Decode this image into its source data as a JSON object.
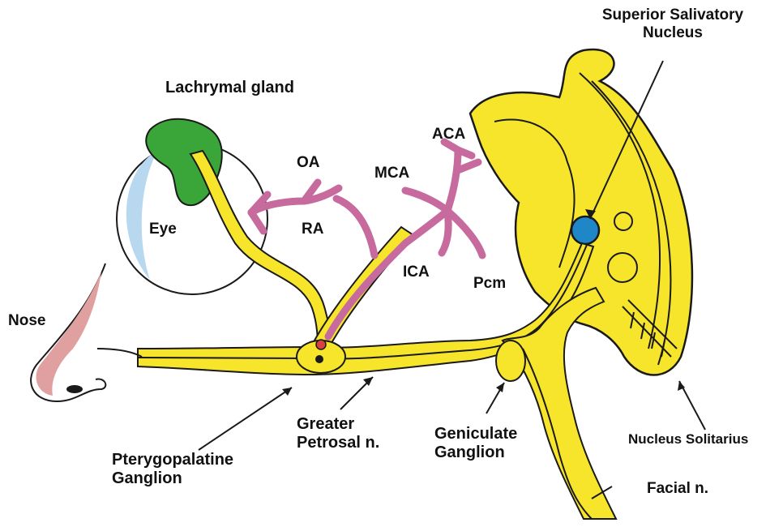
{
  "labels": {
    "superior_salivatory_line1": "Superior Salivatory",
    "superior_salivatory_line2": "Nucleus",
    "lachrymal_gland": "Lachrymal gland",
    "aca": "ACA",
    "oa": "OA",
    "mca": "MCA",
    "eye": "Eye",
    "ra": "RA",
    "ica": "ICA",
    "pcm": "Pcm",
    "nose": "Nose",
    "greater_petrosal_line1": "Greater",
    "greater_petrosal_line2": "Petrosal n.",
    "geniculate_line1": "Geniculate",
    "geniculate_line2": "Ganglion",
    "nucleus_solitarius": "Nucleus Solitarius",
    "pterygopalatine_line1": "Pterygopalatine",
    "pterygopalatine_line2": "Ganglion",
    "facial_n": "Facial n."
  },
  "colors": {
    "nerve": "#f6e52a",
    "nerve_outline": "#1a1a1a",
    "brainstem": "#f6e52a",
    "gland": "#3aa63a",
    "artery": "#c76b9e",
    "nucleus": "#1f86c7",
    "eye_tint": "#b8d8f0",
    "nose_tint": "#c78080"
  }
}
